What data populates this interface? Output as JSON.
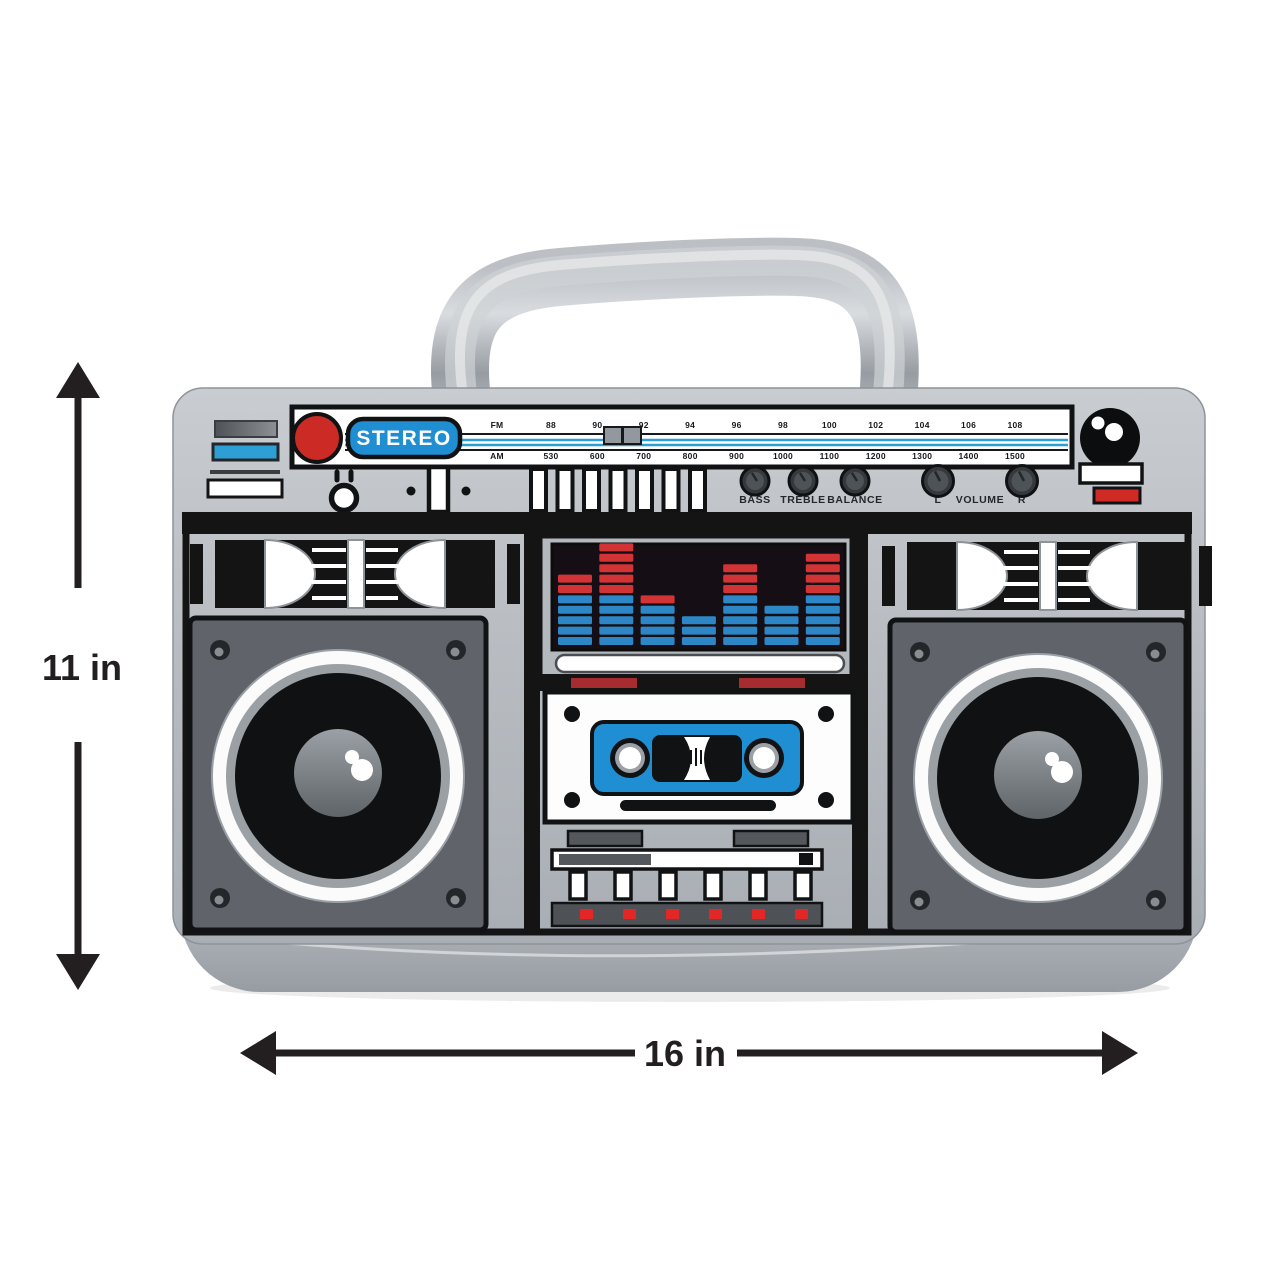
{
  "annotations": {
    "height_label": "11 in",
    "width_label": "16 in"
  },
  "boombox": {
    "dial": {
      "stereo_badge": "STEREO",
      "fm_row": [
        "FM",
        "88",
        "90",
        "92",
        "94",
        "96",
        "98",
        "100",
        "102",
        "104",
        "106",
        "108"
      ],
      "am_row": [
        "AM",
        "530",
        "600",
        "700",
        "800",
        "900",
        "1000",
        "1100",
        "1200",
        "1300",
        "1400",
        "1500"
      ]
    },
    "knobs": {
      "bass": "BASS",
      "treble": "TREBLE",
      "balance": "BALANCE",
      "volume_left": "L",
      "volume": "VOLUME",
      "volume_right": "R"
    },
    "equalizer": {
      "red_color": "#d23436",
      "blue_color": "#2d87c6",
      "columns": [
        {
          "red": 2,
          "blue": 5
        },
        {
          "red": 5,
          "blue": 5
        },
        {
          "red": 1,
          "blue": 4
        },
        {
          "red": 0,
          "blue": 3
        },
        {
          "red": 3,
          "blue": 5
        },
        {
          "red": 0,
          "blue": 4
        },
        {
          "red": 4,
          "blue": 5
        }
      ]
    }
  },
  "colors": {
    "body_gray": "#b9bdc2",
    "accent_blue": "#1f8ed2",
    "accent_red": "#cc2a24",
    "annotation_black": "#231f20"
  }
}
